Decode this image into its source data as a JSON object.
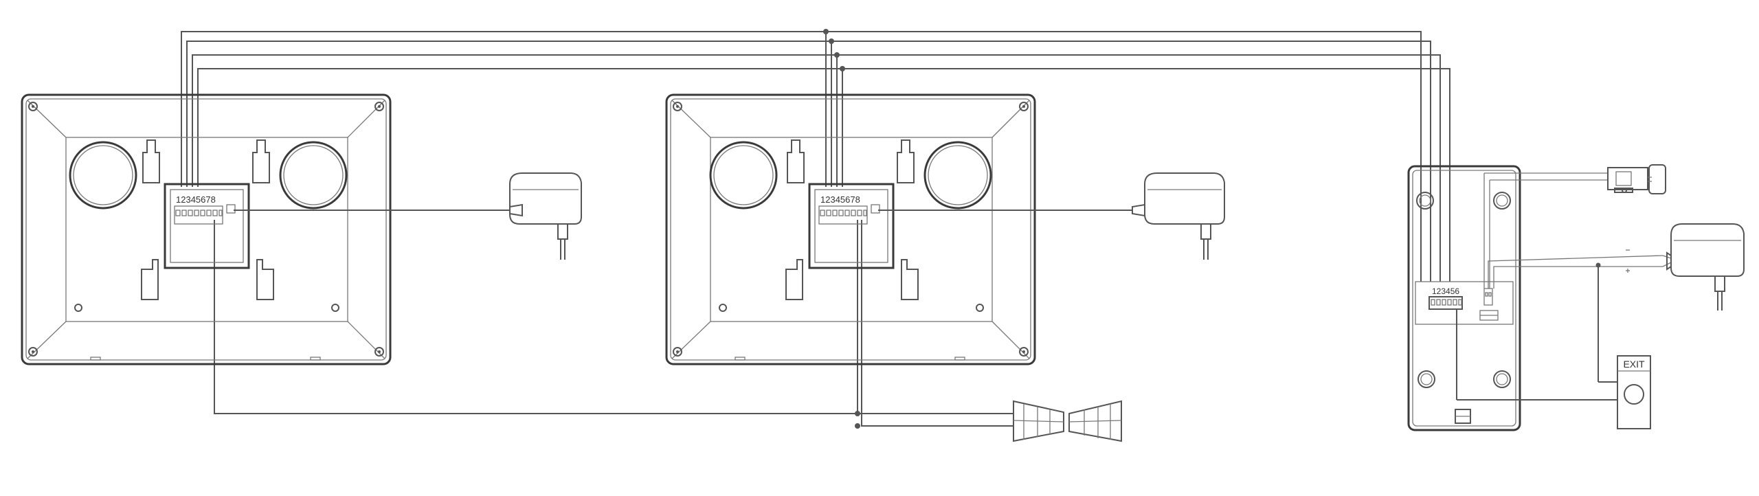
{
  "monitor_1": {
    "terminal_label": "12345678"
  },
  "monitor_2": {
    "terminal_label": "12345678"
  },
  "door_station": {
    "terminal_label": "123456"
  },
  "exit_button": {
    "label": "EXIT"
  },
  "colors": {
    "line": "#555555",
    "light_line": "#777777",
    "background": "#ffffff"
  }
}
